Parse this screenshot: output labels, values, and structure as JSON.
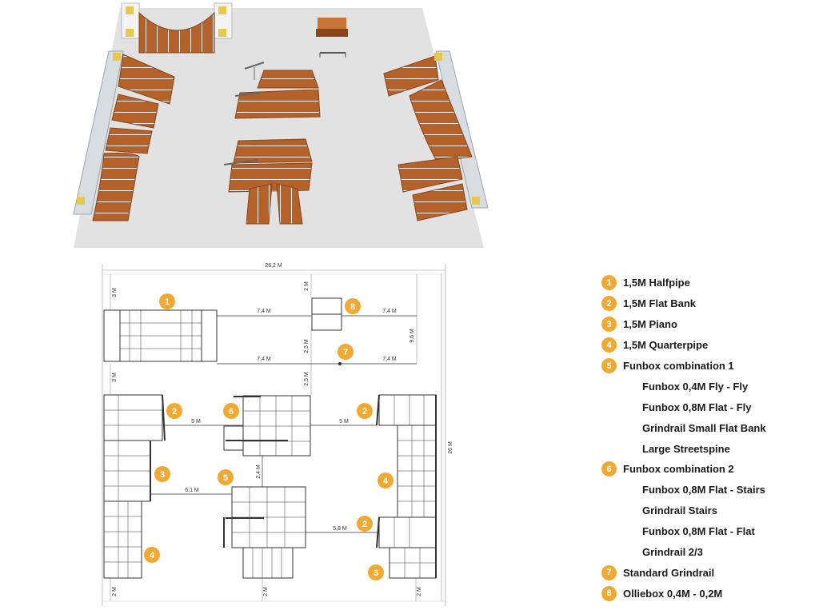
{
  "plan_labels": {
    "overall_width": "26,2 M",
    "overall_height": "26 M",
    "top_margin": "3 M",
    "olliebox_depth": "2 M",
    "gap_a_left": "7,4 M",
    "gap_a_right": "7,4 M",
    "gap_b_left": "7,4 M",
    "gap_b_right": "7,4 M",
    "right_depth": "9,6 M",
    "vert_a": "2,5 M",
    "vert_b": "2,5 M",
    "left_margin_mid": "3 M",
    "gap_5m_left": "5 M",
    "gap_5m_right": "5 M",
    "gap_24": "2,4 M",
    "gap_61": "6,1 M",
    "gap_58": "5,8 M",
    "bottom_left": "2 M",
    "bottom_mid": "2 M",
    "bottom_right": "2 M"
  },
  "plan_badges": {
    "halfpipe": "1",
    "olliebox": "8",
    "grindrail": "7",
    "flatbank_left": "2",
    "funbox2": "6",
    "flatbank_right": "2",
    "piano_left": "3",
    "funbox1": "5",
    "quarterpipe_right": "4",
    "flatbank_lower_right": "2",
    "quarterpipe_left": "4",
    "piano_right": "3"
  },
  "legend": [
    {
      "number": "1",
      "label": "1,5M Halfpipe",
      "sub": false
    },
    {
      "number": "2",
      "label": "1,5M Flat Bank",
      "sub": false
    },
    {
      "number": "3",
      "label": "1,5M Piano",
      "sub": false
    },
    {
      "number": "4",
      "label": "1,5M Quarterpipe",
      "sub": false
    },
    {
      "number": "5",
      "label": "Funbox combination 1",
      "sub": false
    },
    {
      "number": "",
      "label": "Funbox 0,4M Fly - Fly",
      "sub": true
    },
    {
      "number": "",
      "label": "Funbox 0,8M Flat - Fly",
      "sub": true
    },
    {
      "number": "",
      "label": "Grindrail Small Flat Bank",
      "sub": true
    },
    {
      "number": "",
      "label": "Large Streetspine",
      "sub": true
    },
    {
      "number": "6",
      "label": "Funbox combination 2",
      "sub": false
    },
    {
      "number": "",
      "label": "Funbox 0,8M Flat - Stairs",
      "sub": true
    },
    {
      "number": "",
      "label": "Grindrail Stairs",
      "sub": true
    },
    {
      "number": "",
      "label": "Funbox 0,8M Flat - Flat",
      "sub": true
    },
    {
      "number": "",
      "label": "Grindrail 2/3",
      "sub": true
    },
    {
      "number": "7",
      "label": "Standard Grindrail",
      "sub": false
    },
    {
      "number": "8",
      "label": "Olliebox 0,4M - 0,2M",
      "sub": false
    }
  ],
  "colors": {
    "wood": "#b5612a",
    "wood_dark": "#8a4519",
    "floor": "#e2e2e2",
    "badge": "#f0a932",
    "line": "#333333"
  }
}
